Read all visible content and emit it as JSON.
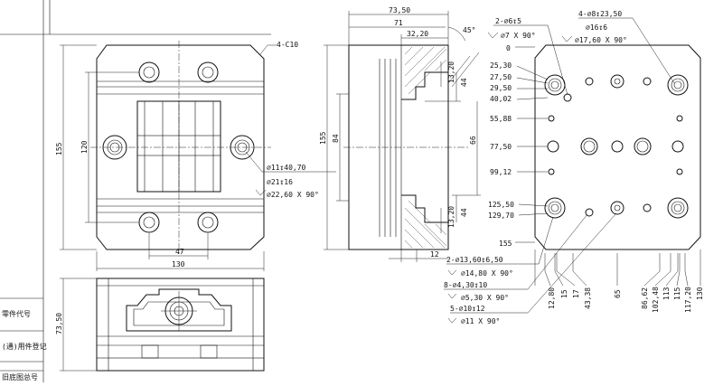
{
  "title_block": {
    "rows": [
      "零件代号",
      "(通)用件登记",
      "旧底图总号"
    ]
  },
  "front_view": {
    "chamfer_label": "4-C10",
    "dim_height_total": "155",
    "dim_height_inner": "120",
    "dim_width_inner": "47",
    "dim_width_total": "130",
    "callouts": [
      "∅11↧40,70",
      "∅21↧16",
      "∅22,60 X 90°"
    ]
  },
  "side_view": {
    "dim_73_50": "73,50",
    "dim_71": "71",
    "dim_32_20": "32,20",
    "angle": "45°",
    "dim_13_20_top": "13,20",
    "dim_44_top": "44",
    "dim_155": "155",
    "dim_84": "84",
    "dim_66": "66",
    "dim_13_20_bot": "13,20",
    "dim_44_bot": "44",
    "dim_12": "12"
  },
  "bottom_view": {
    "dim_73_50": "73,50"
  },
  "right_view": {
    "callouts_top_left": [
      "2-∅6↧5",
      "∅7 X 90°"
    ],
    "callouts_top_right": [
      "4-∅8↧23,50",
      "∅16↧6",
      "∅17,60 X 90°"
    ],
    "y_labels": [
      "0",
      "25,30",
      "27,50",
      "29,50",
      "40,02",
      "55,88",
      "77,50",
      "99,12",
      "125,50",
      "129,70",
      "155"
    ],
    "x_labels": [
      "12,80",
      "15",
      "17",
      "43,38",
      "65",
      "86,62",
      "102,48",
      "113",
      "115",
      "117,20",
      "130"
    ],
    "callouts_bottom": [
      "2-∅13,60↧6,50",
      "∅14,80 X 90°",
      "8-∅4,30↧10",
      "∅5,30 X 90°",
      "5-∅10↧12",
      "∅11 X 90°"
    ]
  }
}
